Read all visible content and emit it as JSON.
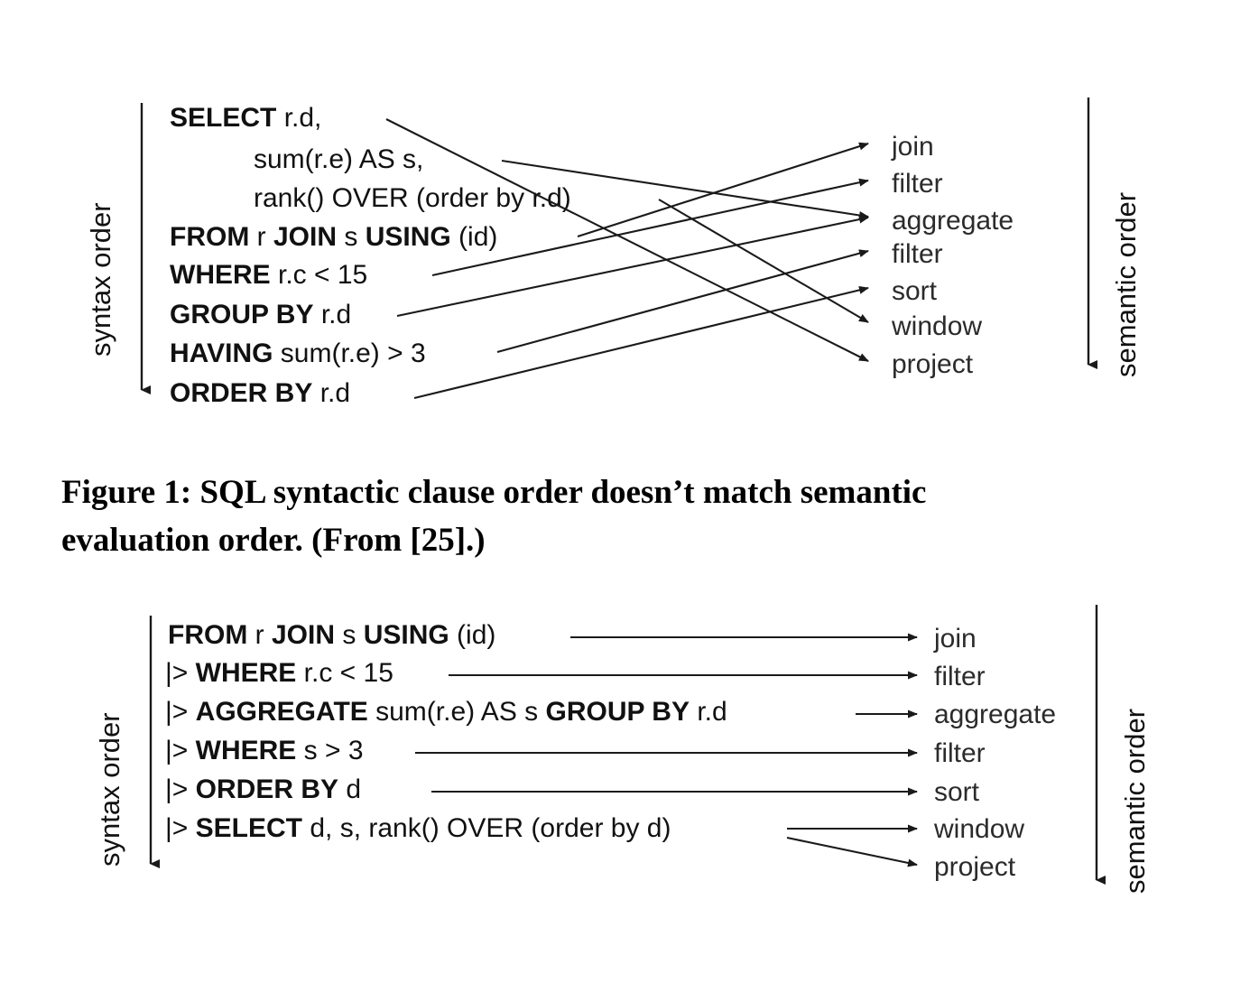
{
  "page": {
    "background": "#ffffff",
    "ink_color": "#111111"
  },
  "figure1": {
    "name": "sql-syntax-vs-semantic-order",
    "left_axis_label": "syntax order",
    "right_axis_label": "semantic order",
    "clauses": [
      {
        "id": "select",
        "bold": "SELECT",
        "rest": " r.d,"
      },
      {
        "id": "sum",
        "bold": "",
        "rest": "sum(r.e) AS s,"
      },
      {
        "id": "rank",
        "bold": "",
        "rest": "rank() OVER (order by r.d)"
      },
      {
        "id": "from",
        "bold": "FROM",
        "rest": " r JOIN s USING (id)"
      },
      {
        "id": "where",
        "bold": "WHERE",
        "rest": " r.c < 15"
      },
      {
        "id": "groupby",
        "bold": "GROUP BY",
        "rest": " r.d"
      },
      {
        "id": "having",
        "bold": "HAVING",
        "rest": " sum(r.e) > 3"
      },
      {
        "id": "orderby",
        "bold": "ORDER BY",
        "rest": " r.d"
      }
    ],
    "operators": [
      {
        "id": "join",
        "label": "join"
      },
      {
        "id": "filter1",
        "label": "filter"
      },
      {
        "id": "aggregate",
        "label": "aggregate"
      },
      {
        "id": "filter2",
        "label": "filter"
      },
      {
        "id": "sort",
        "label": "sort"
      },
      {
        "id": "window",
        "label": "window"
      },
      {
        "id": "project",
        "label": "project"
      }
    ],
    "connections": [
      {
        "from": "select",
        "to": "project"
      },
      {
        "from": "sum",
        "to": "aggregate"
      },
      {
        "from": "rank",
        "to": "window"
      },
      {
        "from": "from",
        "to": "join"
      },
      {
        "from": "where",
        "to": "filter1"
      },
      {
        "from": "groupby",
        "to": "aggregate"
      },
      {
        "from": "having",
        "to": "filter2"
      },
      {
        "from": "orderby",
        "to": "sort"
      }
    ]
  },
  "caption": {
    "line1": "Figure 1: SQL syntactic clause order doesn’t match semantic",
    "line2": "evaluation order. (From [25].)"
  },
  "figure2": {
    "name": "pipe-syntax-matching-order",
    "left_axis_label": "syntax order",
    "right_axis_label": "semantic order",
    "clauses": [
      {
        "id": "from",
        "prefix": "",
        "bold": "FROM",
        "rest": " r JOIN s USING (id)"
      },
      {
        "id": "where1",
        "prefix": "|> ",
        "bold": "WHERE",
        "rest": " r.c < 15"
      },
      {
        "id": "aggregate",
        "prefix": "|> ",
        "bold": "AGGREGATE",
        "rest": " sum(r.e) AS s ",
        "bold2": "GROUP BY",
        "rest2": " r.d"
      },
      {
        "id": "where2",
        "prefix": "|> ",
        "bold": "WHERE",
        "rest": " s > 3"
      },
      {
        "id": "orderby",
        "prefix": "|> ",
        "bold": "ORDER BY",
        "rest": " d"
      },
      {
        "id": "select",
        "prefix": "|> ",
        "bold": "SELECT",
        "rest": " d, s, rank() OVER (order by d)"
      }
    ],
    "operators": [
      {
        "id": "join",
        "label": "join"
      },
      {
        "id": "filter1",
        "label": "filter"
      },
      {
        "id": "aggregate",
        "label": "aggregate"
      },
      {
        "id": "filter2",
        "label": "filter"
      },
      {
        "id": "sort",
        "label": "sort"
      },
      {
        "id": "window",
        "label": "window"
      },
      {
        "id": "project",
        "label": "project"
      }
    ],
    "connections": [
      {
        "from": "from",
        "to": "join"
      },
      {
        "from": "where1",
        "to": "filter1"
      },
      {
        "from": "aggregate",
        "to": "aggregate"
      },
      {
        "from": "where2",
        "to": "filter2"
      },
      {
        "from": "orderby",
        "to": "sort"
      },
      {
        "from": "select",
        "to": "window"
      },
      {
        "from": "select",
        "to": "project"
      }
    ]
  }
}
